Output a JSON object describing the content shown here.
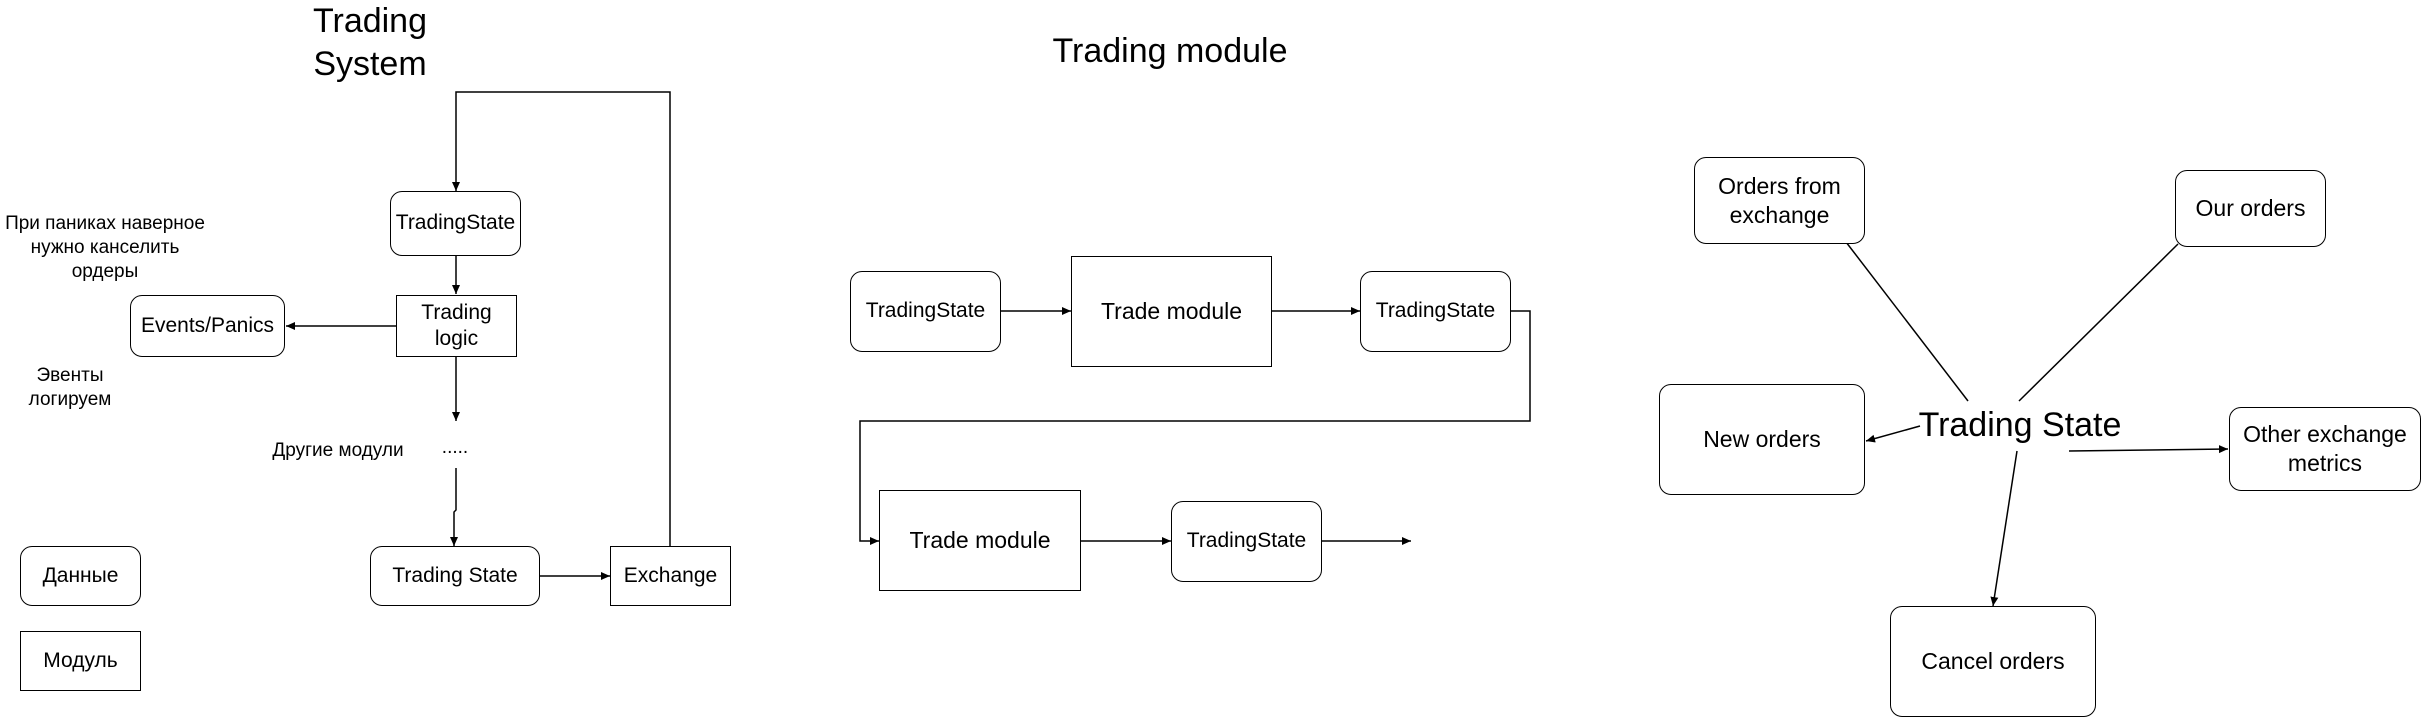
{
  "titles": {
    "trading_system": "Trading\nSystem",
    "trading_module": "Trading module"
  },
  "left": {
    "trading_state_top": "TradingState",
    "trading_logic": "Trading\nlogic",
    "events_panics": "Events/Panics",
    "panic_note": "При паниках наверное\nнужно канселить\nордеры",
    "events_note": "Эвенты\nлогируем",
    "other_modules_label": "Другие модули",
    "other_modules_dots": ".....",
    "trading_state_bottom": "Trading State",
    "exchange": "Exchange"
  },
  "legend": {
    "data": "Данные",
    "module": "Модуль"
  },
  "middle": {
    "state_1": "TradingState",
    "trade_module_1": "Trade module",
    "state_2": "TradingState",
    "trade_module_2": "Trade module",
    "state_3": "TradingState"
  },
  "right": {
    "center": "Trading State",
    "orders_from_exchange": "Orders from\nexchange",
    "our_orders": "Our orders",
    "new_orders": "New orders",
    "other_exchange_metrics": "Other exchange\nmetrics",
    "cancel_orders": "Cancel orders"
  }
}
